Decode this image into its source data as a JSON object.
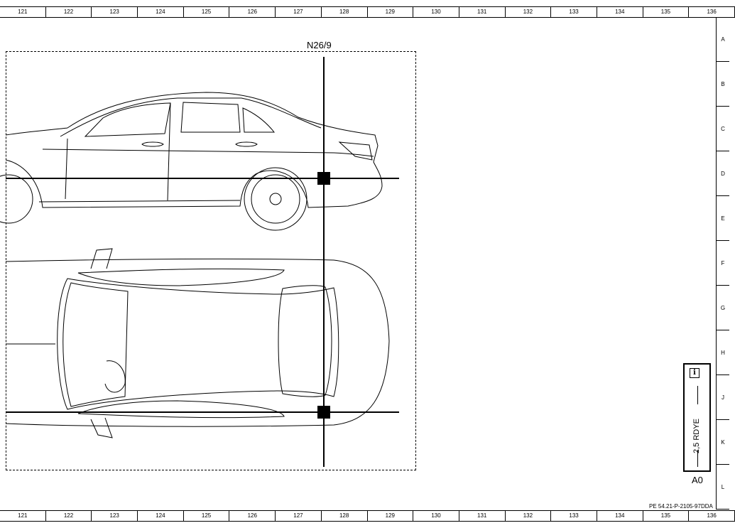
{
  "columns": [
    "121",
    "122",
    "123",
    "124",
    "125",
    "126",
    "127",
    "128",
    "129",
    "130",
    "131",
    "132",
    "133",
    "134",
    "135",
    "136"
  ],
  "rows": [
    "A",
    "B",
    "C",
    "D",
    "E",
    "F",
    "G",
    "H",
    "J",
    "K",
    "L"
  ],
  "component_label": "N26/9",
  "wire": {
    "label": "2,5 RDYE"
  },
  "info_icon": "i",
  "connector_label": "A0",
  "document_ref": "PE 54.21-P-2105-97DDA"
}
